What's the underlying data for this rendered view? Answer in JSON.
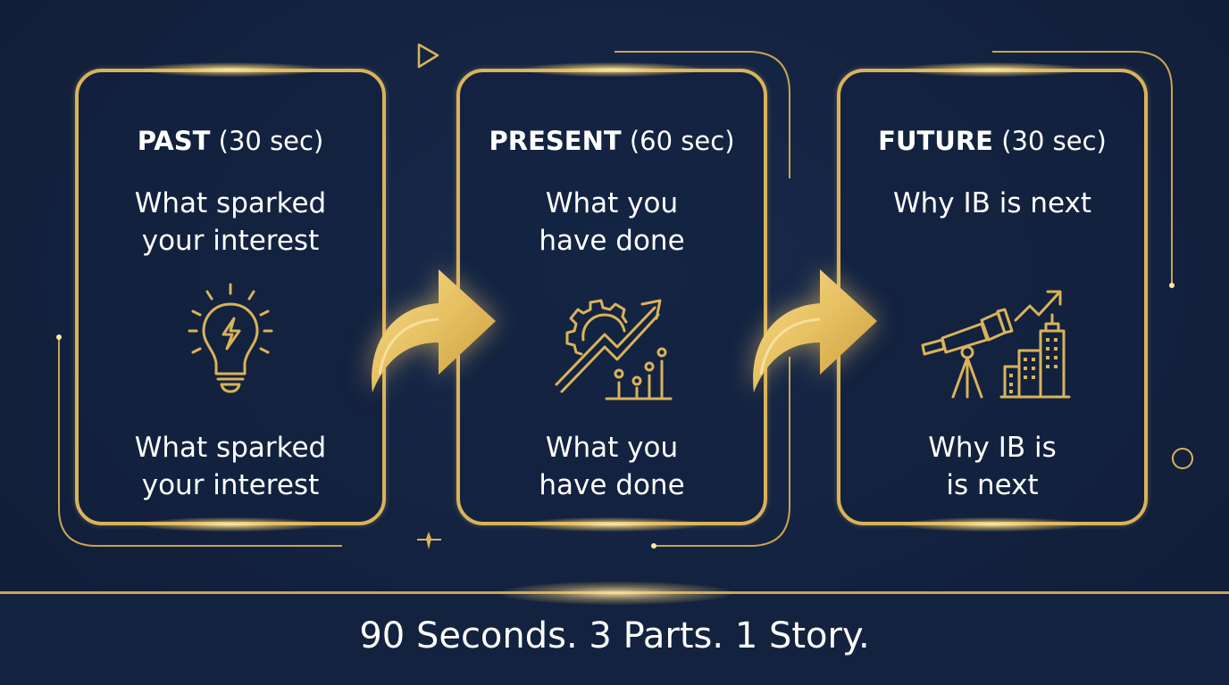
{
  "colors": {
    "background": "#13213f",
    "gold": "#d9b35a",
    "text": "#ffffff"
  },
  "stages": [
    {
      "label": "PAST",
      "duration": "(30 sec)",
      "prompt_top": [
        "What sparked",
        "your interest"
      ],
      "icon": "lightbulb-icon",
      "prompt_bottom": [
        "What sparked",
        "your interest"
      ]
    },
    {
      "label": "PRESENT",
      "duration": "(60 sec)",
      "prompt_top": [
        "What you",
        "have done"
      ],
      "icon": "gear-growth-chart-icon",
      "prompt_bottom": [
        "What you",
        "have done"
      ]
    },
    {
      "label": "FUTURE",
      "duration": "(30 sec)",
      "prompt_top": [
        "Why IB is next"
      ],
      "icon": "telescope-city-icon",
      "prompt_bottom": [
        "Why IB is",
        "is next"
      ]
    }
  ],
  "connectors": [
    "curved-arrow-icon",
    "curved-arrow-icon"
  ],
  "footer": {
    "tagline": "90 Seconds. 3 Parts. 1 Story."
  }
}
